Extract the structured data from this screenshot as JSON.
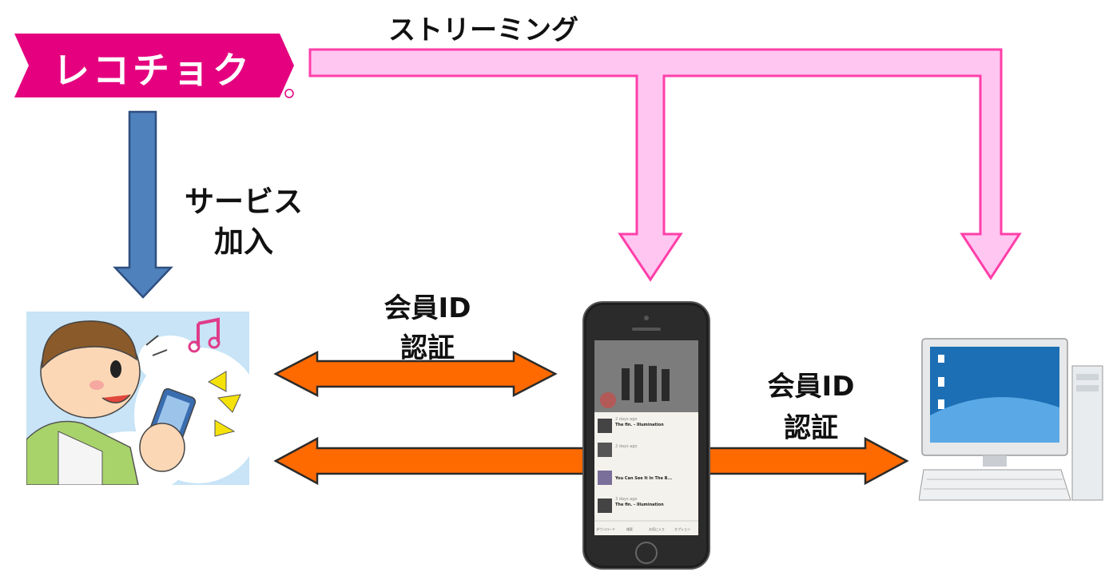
{
  "logo": {
    "text": "レコチョク",
    "brand_color": "#e4007f"
  },
  "labels": {
    "streaming": "ストリーミング",
    "service_join_line1": "サービス",
    "service_join_line2": "加入",
    "auth_phone_line1": "会員ID",
    "auth_phone_line2": "認証",
    "auth_pc_line1": "会員ID",
    "auth_pc_line2": "認証"
  },
  "phone_screen": {
    "rows": [
      {
        "meta": "2 days ago",
        "title": "The fin. - Illumination"
      },
      {
        "meta": "2 days ago",
        "title": ""
      },
      {
        "meta": "",
        "title": "You Can See It In The B..."
      },
      {
        "meta": "3 days ago",
        "title": "The fin. - Illumination"
      }
    ],
    "tabs": [
      "ダウンロード",
      "検索",
      "お気に入り",
      "オプション"
    ]
  },
  "colors": {
    "streaming_arrow": "#ffc6f2",
    "streaming_stroke": "#ff3fa9",
    "join_arrow": "#4f81bd",
    "join_stroke": "#2f4f7f",
    "auth_arrow": "#ff6a00",
    "auth_stroke": "#2b2b2b"
  },
  "icons": {
    "user": "person-listening-phone-icon",
    "phone": "smartphone-icon",
    "pc": "desktop-computer-icon"
  }
}
